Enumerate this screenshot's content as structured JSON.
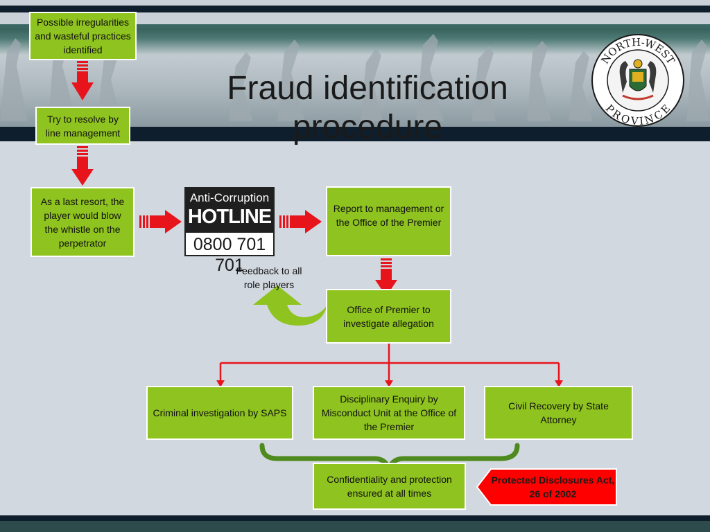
{
  "title": "Fraud identification procedure",
  "steps": {
    "irregularities": "Possible irregularities and wasteful practices identified",
    "line_management": "Try to resolve by line management",
    "whistle": "As a last resort, the player would blow the whistle on the perpetrator",
    "report": "Report to management or the Office of the Premier",
    "investigate": "Office of Premier to investigate allegation",
    "criminal": "Criminal investigation by SAPS",
    "disciplinary": "Disciplinary Enquiry by Misconduct Unit at the Office of the Premier",
    "civil": "Civil Recovery by State Attorney",
    "confidentiality": "Confidentiality and protection ensured at all times"
  },
  "feedback": "Feedback to all role players",
  "hotline": {
    "line1": "Anti-Corruption",
    "line2": "HOTLINE",
    "number": "0800 701 701"
  },
  "protected_act": "Protected Disclosures Act, 26 of 2002",
  "seal": {
    "top_text": "NORTH-WEST",
    "bottom_text": "PROVINCE"
  },
  "colors": {
    "box_green": "#8fc31f",
    "arrow_red": "#e8141c",
    "brace_green": "#4e8a1e"
  }
}
